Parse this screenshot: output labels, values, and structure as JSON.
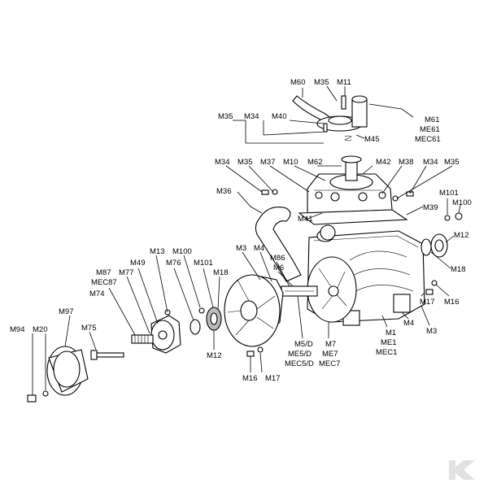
{
  "diagram": {
    "labels": {
      "M60": "M60",
      "M35a": "M35",
      "M11": "M11",
      "M61": "M61",
      "ME61": "ME61",
      "MEC61": "MEC61",
      "M35b": "M35",
      "M34a": "M34",
      "M40": "M40",
      "M45": "M45",
      "M34b": "M34",
      "M35c": "M35",
      "M37": "M37",
      "M10": "M10",
      "M62": "M62",
      "M42": "M42",
      "M38": "M38",
      "M34c": "M34",
      "M35d": "M35",
      "M36": "M36",
      "M101a": "M101",
      "M100a": "M100",
      "M39": "M39",
      "M41": "M41",
      "M12a": "M12",
      "M3a": "M3",
      "M4a": "M4",
      "M86": "M86",
      "M6": "M6",
      "M13": "M13",
      "M100b": "M100",
      "M101b": "M101",
      "M18a": "M18",
      "M18b": "M18",
      "M49": "M49",
      "M76": "M76",
      "M77": "M77",
      "M87": "M87",
      "MEC87": "MEC87",
      "M74": "M74",
      "M97": "M97",
      "M75": "M75",
      "M94": "M94",
      "M20": "M20",
      "M12b": "M12",
      "M16a": "M16",
      "M17a": "M17",
      "M5D": "M5/D",
      "ME5D": "ME5/D",
      "MEC5D": "MEC5/D",
      "M7": "M7",
      "ME7": "ME7",
      "MEC7": "MEC7",
      "M1": "M1",
      "ME1": "ME1",
      "MEC1": "MEC1",
      "M4b": "M4",
      "M3b": "M3",
      "M17b": "M17",
      "M16b": "M16"
    }
  }
}
